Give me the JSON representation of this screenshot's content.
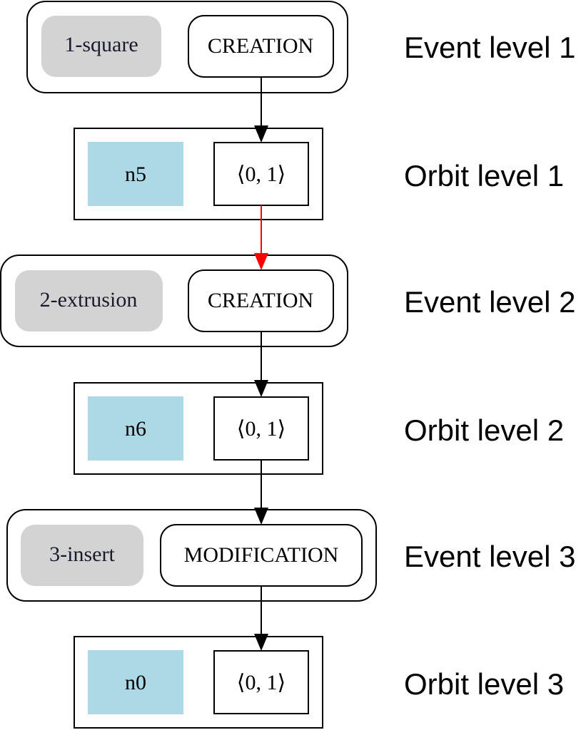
{
  "colors": {
    "event_label_fill": "#d3d3d3",
    "orbit_node_fill": "#add8e6",
    "stroke": "#000000",
    "highlight_edge": "#ff0000",
    "background": "#ffffff"
  },
  "event_levels": [
    {
      "name": "1-square",
      "kind": "CREATION",
      "level_label": "Event level 1"
    },
    {
      "name": "2-extrusion",
      "kind": "CREATION",
      "level_label": "Event level 2"
    },
    {
      "name": "3-insert",
      "kind": "MODIFICATION",
      "level_label": "Event level 3"
    }
  ],
  "orbit_levels": [
    {
      "node": "n5",
      "orbit": "⟨0, 1⟩",
      "level_label": "Orbit level 1"
    },
    {
      "node": "n6",
      "orbit": "⟨0, 1⟩",
      "level_label": "Orbit level 2"
    },
    {
      "node": "n0",
      "orbit": "⟨0, 1⟩",
      "level_label": "Orbit level 3"
    }
  ],
  "edges": [
    {
      "from": "event-1",
      "to": "orbit-1",
      "color": "#000000"
    },
    {
      "from": "orbit-1",
      "to": "event-2",
      "color": "#ff0000"
    },
    {
      "from": "event-2",
      "to": "orbit-2",
      "color": "#000000"
    },
    {
      "from": "orbit-2",
      "to": "event-3",
      "color": "#000000"
    },
    {
      "from": "event-3",
      "to": "orbit-3",
      "color": "#000000"
    }
  ]
}
